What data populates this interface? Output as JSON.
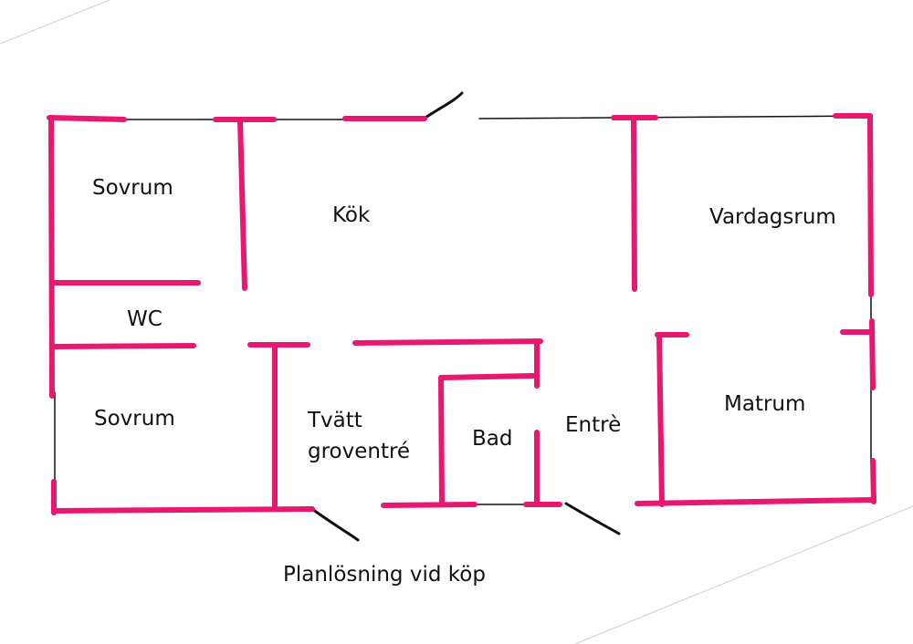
{
  "colors": {
    "wall": "#e8176f",
    "line": "#111111",
    "text": "#111111",
    "scan_edge": "#cfcfcf"
  },
  "rooms": {
    "sovrum_top": "Sovrum",
    "kok": "Kök",
    "vardagsrum": "Vardagsrum",
    "wc": "WC",
    "sovrum_bottom": "Sovrum",
    "tvatt_line1": "Tvätt",
    "tvatt_line2": "groventré",
    "bad": "Bad",
    "entre": "Entrè",
    "matrum": "Matrum"
  },
  "caption": "Planlösning vid köp"
}
